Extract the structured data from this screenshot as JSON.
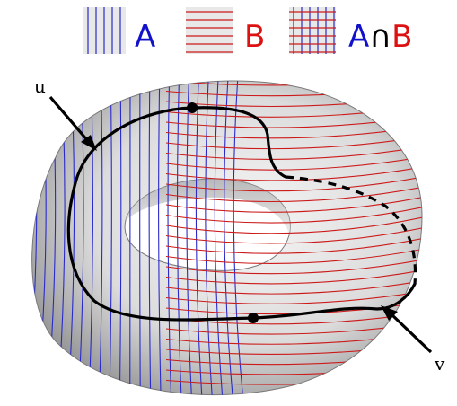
{
  "legend": {
    "items": [
      {
        "pattern": "vertical-lines",
        "label": "A",
        "color": "#1111cc"
      },
      {
        "pattern": "horizontal-lines",
        "label": "B",
        "color": "#dd1111"
      },
      {
        "pattern": "grid-lines",
        "label_a": "A",
        "label_cap": "∩",
        "label_b": "B",
        "color_a": "#1111cc",
        "color_cap": "#000000",
        "color_b": "#dd1111"
      }
    ]
  },
  "labels": {
    "u": "u",
    "v": "v"
  },
  "colors": {
    "region_a_lines": "#2a2acc",
    "region_b_lines": "#cc1a1a",
    "surface_light": "#f2f2f2",
    "surface_dark": "#8c8c8c",
    "curve": "#000000"
  }
}
